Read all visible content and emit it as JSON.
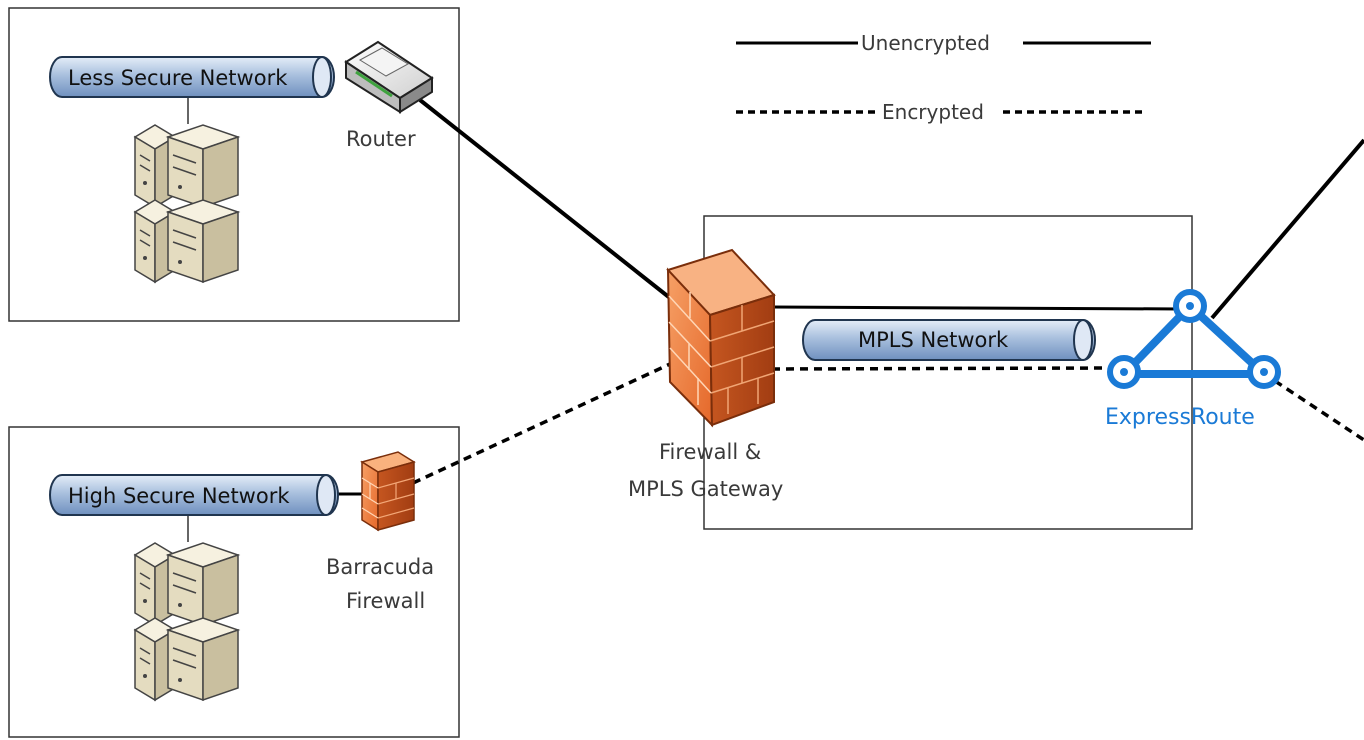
{
  "legend": {
    "unencrypted": "Unencrypted",
    "encrypted": "Encrypted"
  },
  "networks": {
    "less_secure": "Less Secure Network",
    "high_secure": "High Secure Network",
    "mpls": "MPLS Network"
  },
  "devices": {
    "router": "Router",
    "barracuda_line1": "Barracuda",
    "barracuda_line2": "Firewall",
    "gateway_line1": "Firewall &",
    "gateway_line2": "MPLS Gateway",
    "expressroute": "ExpressRoute"
  },
  "colors": {
    "pipe_fill_top": "#dbe6f4",
    "pipe_fill_bottom": "#7f9fcb",
    "pipe_stroke": "#20354f",
    "firewall_orange": "#ef7d33",
    "firewall_dark": "#b8471a",
    "expressroute_blue": "#1a7ad6",
    "server_beige": "#ede6cf",
    "line": "#000000"
  }
}
